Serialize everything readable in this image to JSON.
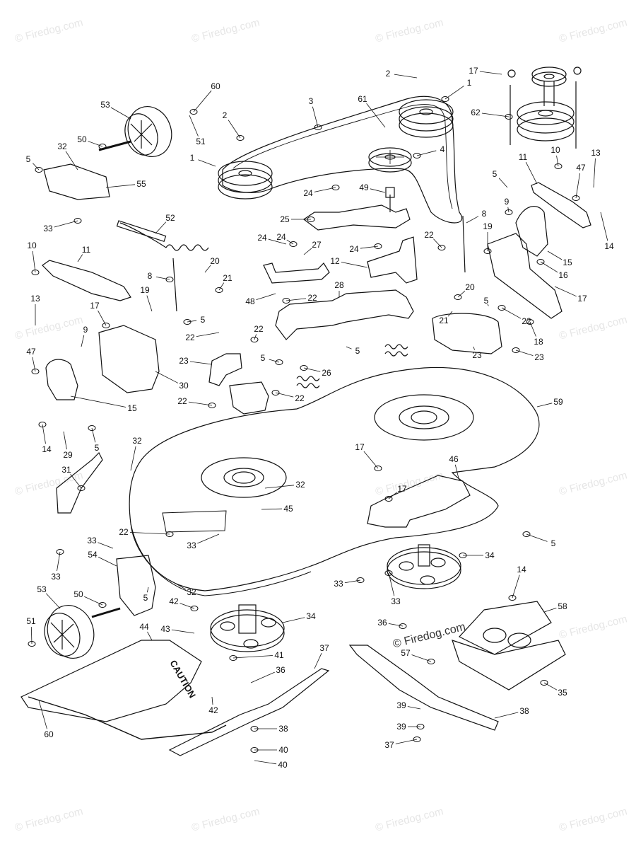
{
  "watermark": "© Firedog.com",
  "caution_text": "CAUTION",
  "callouts": [
    {
      "id": "c1",
      "text": "60"
    },
    {
      "id": "c2",
      "text": "53"
    },
    {
      "id": "c3",
      "text": "2"
    },
    {
      "id": "c4",
      "text": "51"
    },
    {
      "id": "c5",
      "text": "50"
    },
    {
      "id": "c6",
      "text": "32"
    },
    {
      "id": "c7",
      "text": "5"
    },
    {
      "id": "c8",
      "text": "55"
    },
    {
      "id": "c9",
      "text": "33"
    },
    {
      "id": "c10",
      "text": "1"
    },
    {
      "id": "c11",
      "text": "3"
    },
    {
      "id": "c12",
      "text": "2"
    },
    {
      "id": "c13",
      "text": "1"
    },
    {
      "id": "c14",
      "text": "61"
    },
    {
      "id": "c15",
      "text": "4"
    },
    {
      "id": "c16",
      "text": "17"
    },
    {
      "id": "c17",
      "text": "62"
    },
    {
      "id": "c18",
      "text": "11"
    },
    {
      "id": "c19",
      "text": "10"
    },
    {
      "id": "c20",
      "text": "13"
    },
    {
      "id": "c21",
      "text": "47"
    },
    {
      "id": "c22",
      "text": "5"
    },
    {
      "id": "c23",
      "text": "9"
    },
    {
      "id": "c24",
      "text": "14"
    },
    {
      "id": "c25",
      "text": "24"
    },
    {
      "id": "c26",
      "text": "49"
    },
    {
      "id": "c27",
      "text": "25"
    },
    {
      "id": "c28",
      "text": "52"
    },
    {
      "id": "c29",
      "text": "24"
    },
    {
      "id": "c30",
      "text": "27"
    },
    {
      "id": "c31",
      "text": "24"
    },
    {
      "id": "c32",
      "text": "12"
    },
    {
      "id": "c33",
      "text": "22"
    },
    {
      "id": "c34",
      "text": "8"
    },
    {
      "id": "c35",
      "text": "19"
    },
    {
      "id": "c36",
      "text": "15"
    },
    {
      "id": "c37",
      "text": "16"
    },
    {
      "id": "c38",
      "text": "17"
    },
    {
      "id": "c39",
      "text": "10"
    },
    {
      "id": "c40",
      "text": "11"
    },
    {
      "id": "c41",
      "text": "8"
    },
    {
      "id": "c42",
      "text": "20"
    },
    {
      "id": "c43",
      "text": "21"
    },
    {
      "id": "c44",
      "text": "48"
    },
    {
      "id": "c45",
      "text": "22"
    },
    {
      "id": "c46",
      "text": "28"
    },
    {
      "id": "c47",
      "text": "20"
    },
    {
      "id": "c48",
      "text": "5"
    },
    {
      "id": "c49",
      "text": "22"
    },
    {
      "id": "c50",
      "text": "13"
    },
    {
      "id": "c51",
      "text": "17"
    },
    {
      "id": "c52",
      "text": "19"
    },
    {
      "id": "c53",
      "text": "5"
    },
    {
      "id": "c54",
      "text": "22"
    },
    {
      "id": "c55",
      "text": "22"
    },
    {
      "id": "c56",
      "text": "21"
    },
    {
      "id": "c57",
      "text": "18"
    },
    {
      "id": "c58",
      "text": "9"
    },
    {
      "id": "c59",
      "text": "47"
    },
    {
      "id": "c60",
      "text": "23"
    },
    {
      "id": "c61",
      "text": "5"
    },
    {
      "id": "c62",
      "text": "5"
    },
    {
      "id": "c63",
      "text": "23"
    },
    {
      "id": "c64",
      "text": "30"
    },
    {
      "id": "c65",
      "text": "26"
    },
    {
      "id": "c66",
      "text": "23"
    },
    {
      "id": "c67",
      "text": "22"
    },
    {
      "id": "c68",
      "text": "59"
    },
    {
      "id": "c69",
      "text": "22"
    },
    {
      "id": "c70",
      "text": "15"
    },
    {
      "id": "c71",
      "text": "14"
    },
    {
      "id": "c72",
      "text": "29"
    },
    {
      "id": "c73",
      "text": "5"
    },
    {
      "id": "c74",
      "text": "32"
    },
    {
      "id": "c75",
      "text": "17"
    },
    {
      "id": "c76",
      "text": "46"
    },
    {
      "id": "c77",
      "text": "31"
    },
    {
      "id": "c78",
      "text": "32"
    },
    {
      "id": "c79",
      "text": "17"
    },
    {
      "id": "c80",
      "text": "45"
    },
    {
      "id": "c81",
      "text": "22"
    },
    {
      "id": "c82",
      "text": "33"
    },
    {
      "id": "c83",
      "text": "5"
    },
    {
      "id": "c84",
      "text": "33"
    },
    {
      "id": "c85",
      "text": "34"
    },
    {
      "id": "c86",
      "text": "54"
    },
    {
      "id": "c87",
      "text": "33"
    },
    {
      "id": "c88",
      "text": "32"
    },
    {
      "id": "c89",
      "text": "33"
    },
    {
      "id": "c90",
      "text": "53"
    },
    {
      "id": "c91",
      "text": "50"
    },
    {
      "id": "c92",
      "text": "5"
    },
    {
      "id": "c93",
      "text": "42"
    },
    {
      "id": "c94",
      "text": "34"
    },
    {
      "id": "c95",
      "text": "14"
    },
    {
      "id": "c96",
      "text": "58"
    },
    {
      "id": "c97",
      "text": "51"
    },
    {
      "id": "c98",
      "text": "43"
    },
    {
      "id": "c99",
      "text": "36"
    },
    {
      "id": "c100",
      "text": "44"
    },
    {
      "id": "c101",
      "text": "41"
    },
    {
      "id": "c102",
      "text": "37"
    },
    {
      "id": "c103",
      "text": "57"
    },
    {
      "id": "c104",
      "text": "36"
    },
    {
      "id": "c105",
      "text": "35"
    },
    {
      "id": "c106",
      "text": "42"
    },
    {
      "id": "c107",
      "text": "38"
    },
    {
      "id": "c108",
      "text": "39"
    },
    {
      "id": "c109",
      "text": "40"
    },
    {
      "id": "c110",
      "text": "38"
    },
    {
      "id": "c111",
      "text": "39"
    },
    {
      "id": "c112",
      "text": "40"
    },
    {
      "id": "c113",
      "text": "37"
    },
    {
      "id": "c114",
      "text": "60"
    },
    {
      "id": "c115",
      "text": "33"
    },
    {
      "id": "c116",
      "text": "24"
    }
  ]
}
